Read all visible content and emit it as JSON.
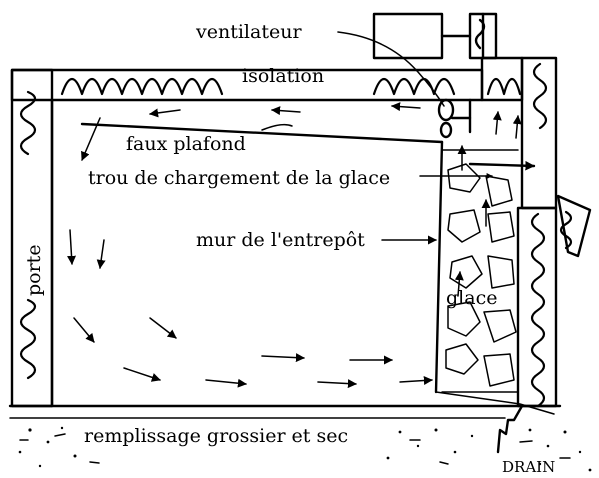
{
  "labels": {
    "ventilateur": "ventilateur",
    "isolation": "isolation",
    "faux_plafond": "faux plafond",
    "trou": "trou de chargement de la glace",
    "mur": "mur de l'entrepôt",
    "porte": "porte",
    "glace": "glace",
    "remplissage": "remplissage grossier et sec",
    "drain": "DRAIN"
  },
  "colors": {
    "ink": "#000000",
    "background": "#ffffff"
  }
}
